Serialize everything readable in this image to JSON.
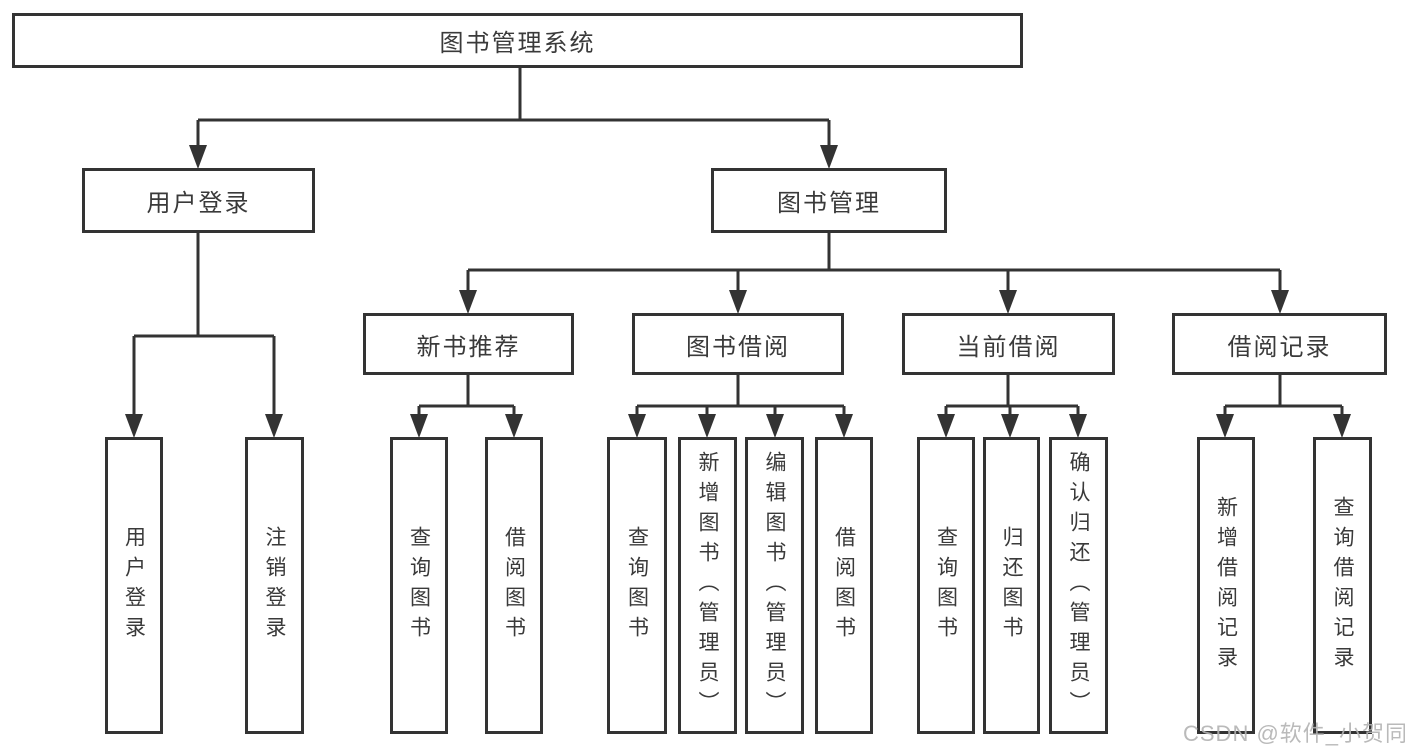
{
  "diagram": {
    "root": {
      "label": "图书管理系统"
    },
    "level2": [
      {
        "label": "用户登录"
      },
      {
        "label": "图书管理"
      }
    ],
    "level3": [
      {
        "label": "新书推荐"
      },
      {
        "label": "图书借阅"
      },
      {
        "label": "当前借阅"
      },
      {
        "label": "借阅记录"
      }
    ],
    "leaves": {
      "user_login": [
        {
          "label": "用户登录"
        },
        {
          "label": "注销登录"
        }
      ],
      "new_book": [
        {
          "label": "查询图书"
        },
        {
          "label": "借阅图书"
        }
      ],
      "book_borrow": [
        {
          "label": "查询图书"
        },
        {
          "label": "新增图书（管理员）"
        },
        {
          "label": "编辑图书（管理员）"
        },
        {
          "label": "借阅图书"
        }
      ],
      "current_borrow": [
        {
          "label": "查询图书"
        },
        {
          "label": "归还图书"
        },
        {
          "label": "确认归还（管理员）"
        }
      ],
      "borrow_record": [
        {
          "label": "新增借阅记录"
        },
        {
          "label": "查询借阅记录"
        }
      ]
    }
  },
  "watermark": "CSDN @软件_小贺同学",
  "colors": {
    "line": "#333333",
    "text": "#3a3a3a",
    "background": "#ffffff",
    "watermark": "#b2b2b2"
  }
}
